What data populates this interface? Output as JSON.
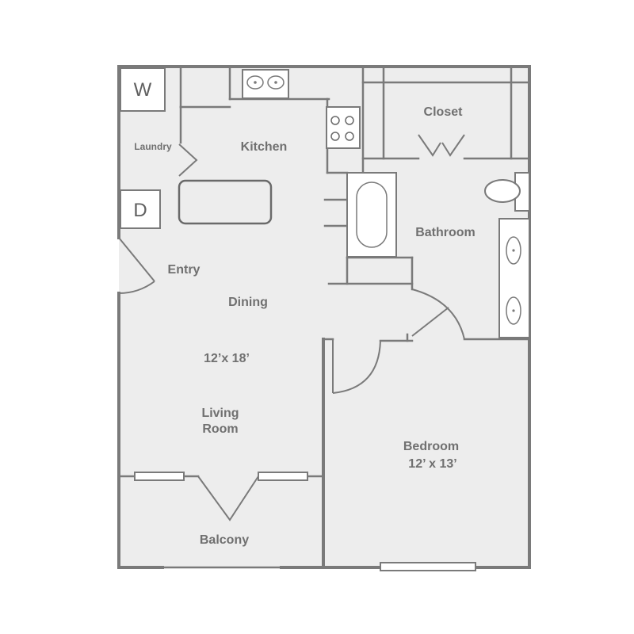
{
  "rooms": {
    "washer": "W",
    "dryer": "D",
    "laundry": "Laundry",
    "kitchen": "Kitchen",
    "closet": "Closet",
    "bathroom": "Bathroom",
    "entry": "Entry",
    "dining": "Dining",
    "living_size": "12’x 18’",
    "living_line1": "Living",
    "living_line2": "Room",
    "bedroom": "Bedroom",
    "bedroom_size": "12’ x 13’",
    "balcony": "Balcony"
  }
}
